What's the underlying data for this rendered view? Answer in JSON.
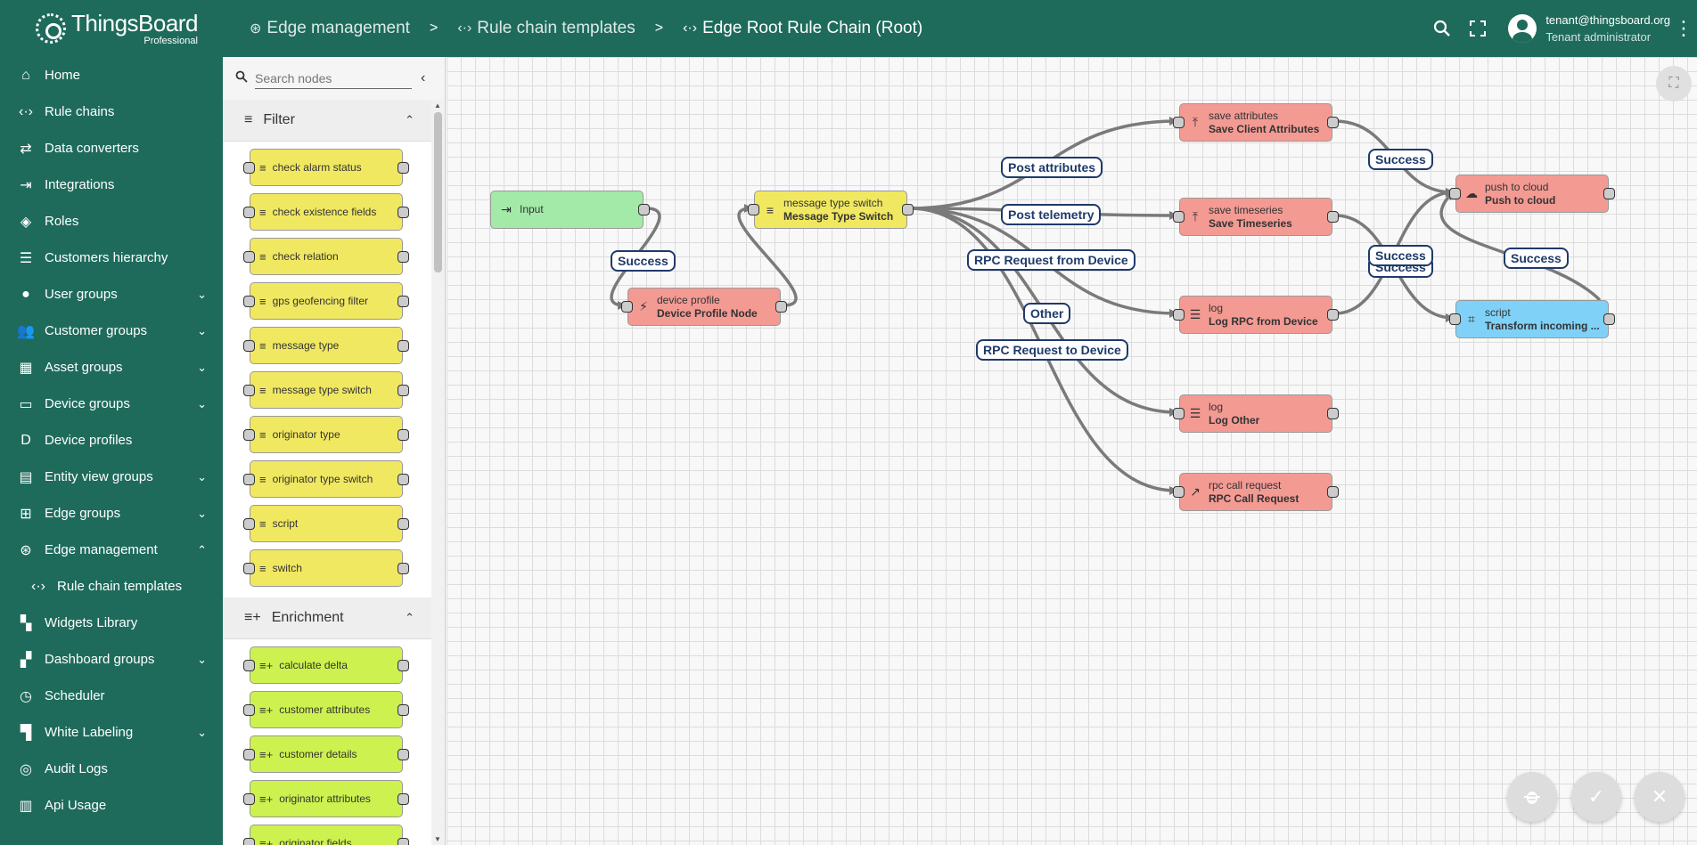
{
  "brand": {
    "title": "ThingsBoard",
    "subtitle": "Professional"
  },
  "sidebar": {
    "items": [
      {
        "label": "Home",
        "icon": "home-icon",
        "glyph": "⌂"
      },
      {
        "label": "Rule chains",
        "icon": "rule-chains-icon",
        "glyph": "‹·›"
      },
      {
        "label": "Data converters",
        "icon": "data-converters-icon",
        "glyph": "⇄"
      },
      {
        "label": "Integrations",
        "icon": "integrations-icon",
        "glyph": "⇥"
      },
      {
        "label": "Roles",
        "icon": "shield-icon",
        "glyph": "◈"
      },
      {
        "label": "Customers hierarchy",
        "icon": "hierarchy-icon",
        "glyph": "☰"
      },
      {
        "label": "User groups",
        "icon": "account-circle-icon",
        "glyph": "●",
        "chevron": "⌄"
      },
      {
        "label": "Customer groups",
        "icon": "people-icon",
        "glyph": "👥",
        "chevron": "⌄"
      },
      {
        "label": "Asset groups",
        "icon": "domain-icon",
        "glyph": "▦",
        "chevron": "⌄"
      },
      {
        "label": "Device groups",
        "icon": "devices-icon",
        "glyph": "▭",
        "chevron": "⌄"
      },
      {
        "label": "Device profiles",
        "icon": "device-profile-icon",
        "glyph": "D"
      },
      {
        "label": "Entity view groups",
        "icon": "view-quilt-icon",
        "glyph": "▤",
        "chevron": "⌄"
      },
      {
        "label": "Edge groups",
        "icon": "router-icon",
        "glyph": "⊞",
        "chevron": "⌄"
      },
      {
        "label": "Edge management",
        "icon": "settings-input-antenna-icon",
        "glyph": "⊛",
        "chevron": "⌃"
      },
      {
        "label": "Rule chain templates",
        "icon": "rule-chain-templates-icon",
        "glyph": "‹·›",
        "sub": true
      },
      {
        "label": "Widgets Library",
        "icon": "widgets-icon",
        "glyph": "▚"
      },
      {
        "label": "Dashboard groups",
        "icon": "dashboard-icon",
        "glyph": "▞",
        "chevron": "⌄"
      },
      {
        "label": "Scheduler",
        "icon": "schedule-icon",
        "glyph": "◷"
      },
      {
        "label": "White Labeling",
        "icon": "format-paint-icon",
        "glyph": "▜",
        "chevron": "⌄"
      },
      {
        "label": "Audit Logs",
        "icon": "track-changes-icon",
        "glyph": "◎"
      },
      {
        "label": "Api Usage",
        "icon": "insert-chart-icon",
        "glyph": "▥"
      }
    ]
  },
  "header": {
    "breadcrumbs": [
      {
        "label": "Edge management",
        "icon": "antenna-icon",
        "glyph": "⊛"
      },
      {
        "label": "Rule chain templates",
        "icon": "code-icon",
        "glyph": "‹·›"
      },
      {
        "label": "Edge Root Rule Chain (Root)",
        "icon": "code-icon",
        "glyph": "‹·›"
      }
    ],
    "separator": ">",
    "user_email": "tenant@thingsboard.org",
    "user_role": "Tenant administrator"
  },
  "palette": {
    "search_placeholder": "Search nodes",
    "sections": [
      {
        "title": "Filter",
        "kind": "filter",
        "glyph": "≡",
        "items": [
          "check alarm status",
          "check existence fields",
          "check relation",
          "gps geofencing filter",
          "message type",
          "message type switch",
          "originator type",
          "originator type switch",
          "script",
          "switch"
        ]
      },
      {
        "title": "Enrichment",
        "kind": "enrich",
        "glyph": "≡+",
        "items": [
          "calculate delta",
          "customer attributes",
          "customer details",
          "originator attributes",
          "originator fields"
        ]
      }
    ]
  },
  "canvas": {
    "nodes": [
      {
        "id": "input",
        "type": "",
        "name": "Input",
        "color": "green",
        "glyph": "⇥",
        "icon": "input-icon"
      },
      {
        "id": "devprof",
        "type": "device profile",
        "name": "Device Profile Node",
        "color": "red",
        "glyph": "⚡",
        "icon": "flash-icon"
      },
      {
        "id": "mts",
        "type": "message type switch",
        "name": "Message Type Switch",
        "color": "yellow",
        "glyph": "≡",
        "icon": "filter-icon"
      },
      {
        "id": "saveattr",
        "type": "save attributes",
        "name": "Save Client Attributes",
        "color": "red",
        "glyph": "⤒",
        "icon": "upload-icon"
      },
      {
        "id": "savets",
        "type": "save timeseries",
        "name": "Save Timeseries",
        "color": "red",
        "glyph": "⤒",
        "icon": "upload-icon"
      },
      {
        "id": "logrpc",
        "type": "log",
        "name": "Log RPC from Device",
        "color": "red",
        "glyph": "☰",
        "icon": "menu-icon"
      },
      {
        "id": "logother",
        "type": "log",
        "name": "Log Other",
        "color": "red",
        "glyph": "☰",
        "icon": "menu-icon"
      },
      {
        "id": "rpccall",
        "type": "rpc call request",
        "name": "RPC Call Request",
        "color": "red",
        "glyph": "↗",
        "icon": "call-made-icon"
      },
      {
        "id": "push",
        "type": "push to cloud",
        "name": "Push to cloud",
        "color": "red",
        "glyph": "☁",
        "icon": "cloud-upload-icon"
      },
      {
        "id": "script",
        "type": "script",
        "name": "Transform incoming ...",
        "color": "blue",
        "glyph": "⌗",
        "icon": "transform-icon"
      }
    ],
    "edge_labels": [
      {
        "id": "l1",
        "text": "Success"
      },
      {
        "id": "l2",
        "text": "Post attributes"
      },
      {
        "id": "l3",
        "text": "Post telemetry"
      },
      {
        "id": "l4",
        "text": "RPC Request from Device"
      },
      {
        "id": "l5",
        "text": "Other"
      },
      {
        "id": "l6",
        "text": "RPC Request to Device"
      },
      {
        "id": "l7",
        "text": "Success"
      },
      {
        "id": "l8",
        "text": "Success"
      },
      {
        "id": "l9",
        "text": "Success"
      },
      {
        "id": "l10",
        "text": "Success"
      }
    ]
  }
}
